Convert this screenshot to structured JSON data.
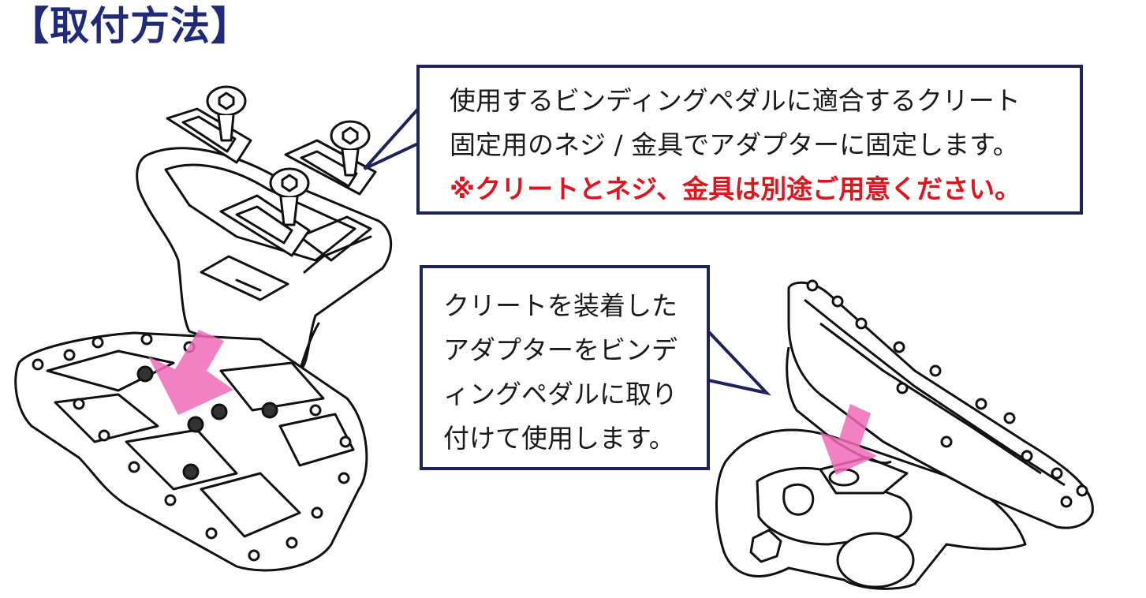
{
  "title": "【取付方法】",
  "callout_top": {
    "lines": [
      "使用するビンディングペダルに適合するクリート",
      "固定用のネジ / 金具でアダプターに固定します。"
    ],
    "warning": "※クリートとネジ、金具は別途ご用意ください。"
  },
  "callout_bottom": {
    "lines": [
      "クリートを装着した",
      "アダプターをビンデ",
      "ィングペダルに取り",
      "付けて使用します。"
    ]
  },
  "colors": {
    "title": "#1f2a78",
    "callout_border": "#1e2459",
    "warning_text": "#e0141e",
    "arrow": "#f06bb8",
    "line_art": "#111111"
  }
}
